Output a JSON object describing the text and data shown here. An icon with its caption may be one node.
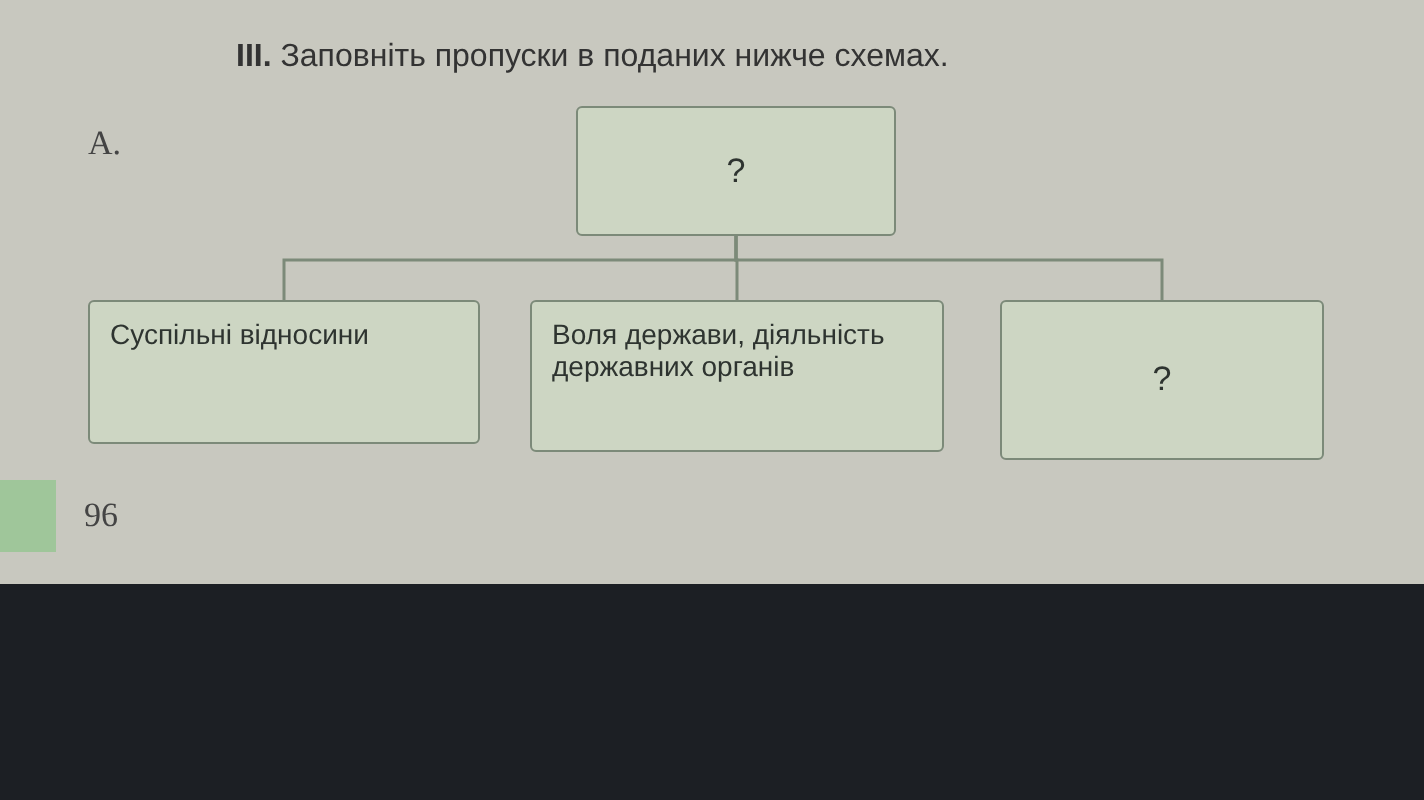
{
  "diagram": {
    "title": "**III.** Заповніть пропуски в поданих нижче схемах.",
    "nodes": [
      {
        "text": [
          "?"
        ]
      },
      {
        "text": [
          "Суспільні відносини"
        ]
      },
      {
        "text": [
          "Воля держави, діяльність державних органів"
        ]
      },
      {
        "text": [
          "?"
        ]
      }
    ],
    "edges": [
      {
        "from": 0,
        "to": 1,
        "arrow": "none"
      },
      {
        "from": 0,
        "to": 2,
        "arrow": "none"
      },
      {
        "from": 0,
        "to": 3,
        "arrow": "none"
      }
    ],
    "labels": [
      "А.",
      "96"
    ]
  }
}
